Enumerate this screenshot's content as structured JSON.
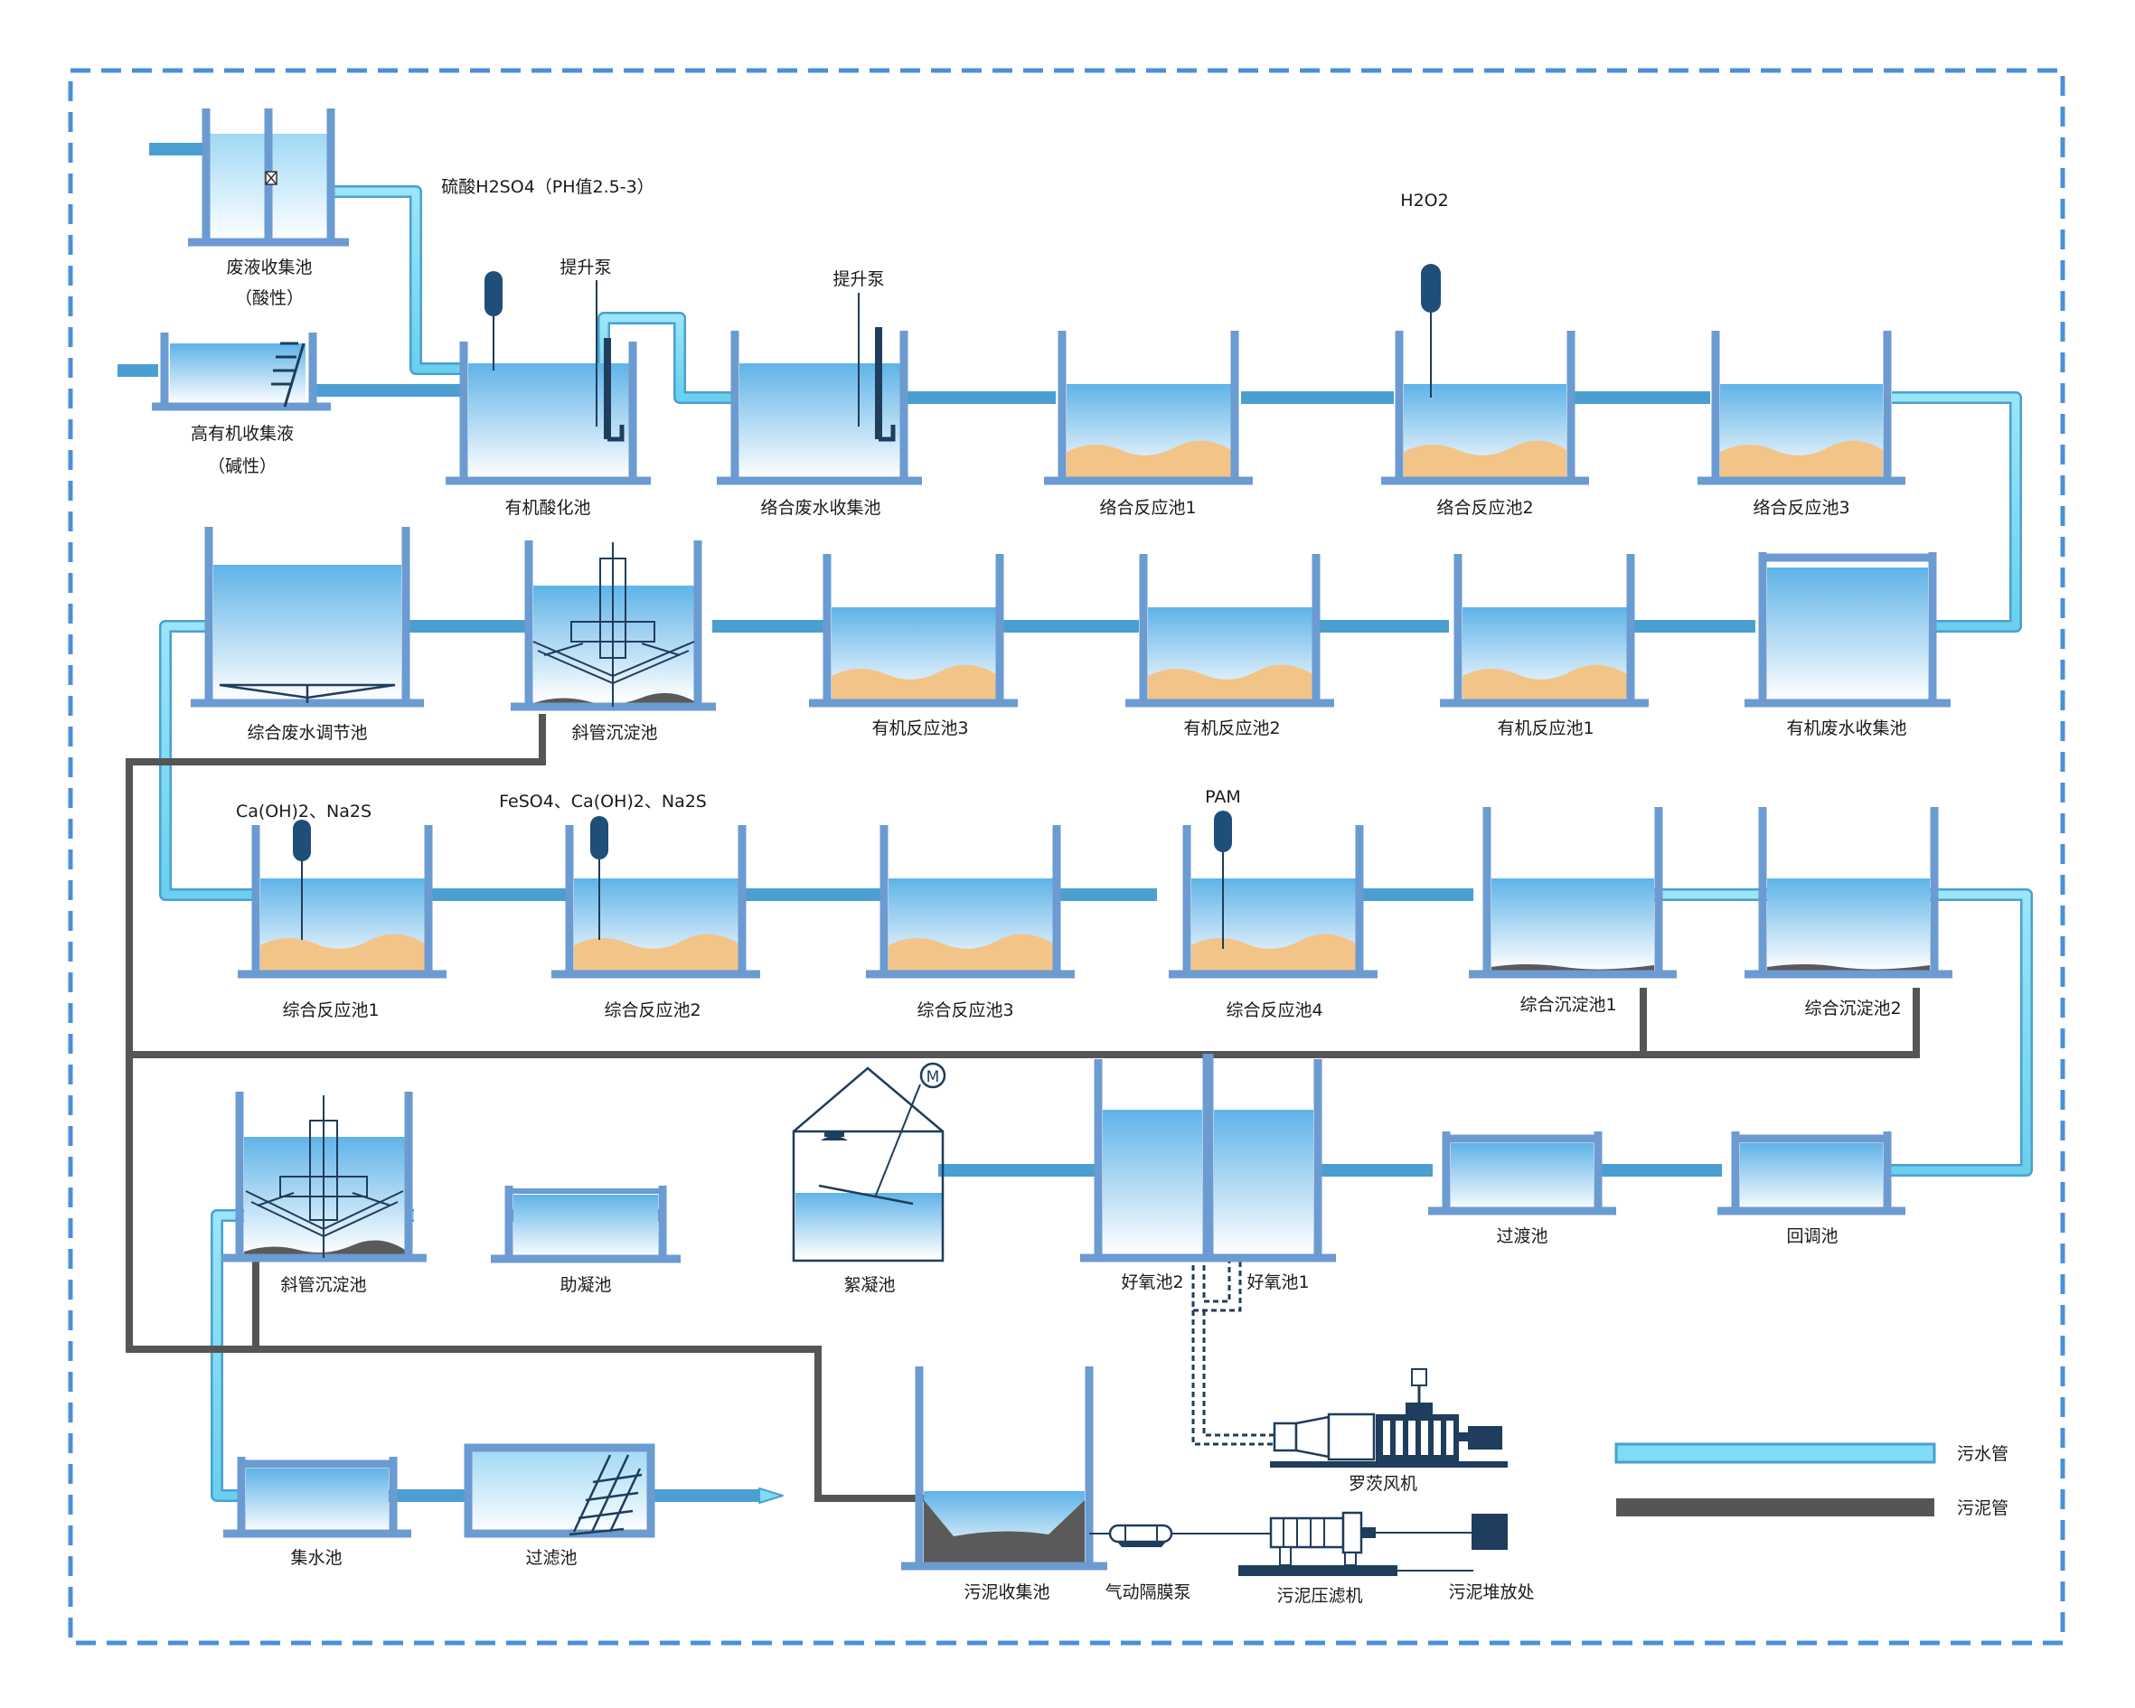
{
  "colors": {
    "border": "#4a90d9",
    "wall": "#6b9bd1",
    "pipe_water": "#7fdcf2",
    "pipe_water_stroke": "#4a9fd0",
    "pipe_sludge": "#555555",
    "sludge_fill": "#5a5a5a",
    "sand": "#f2c488",
    "water_top": "#5fb3e8",
    "water_bottom": "#ffffff",
    "chem": "#1f4e79",
    "machine": "#1f3d5c",
    "air_pipe": "#1f3d5c"
  },
  "icons": {
    "dosing": "dosing-tank-icon",
    "pump": "lift-pump-icon",
    "motor": "motor-icon",
    "blower": "roots-blower-icon",
    "filter_press": "filter-press-icon",
    "diaphragm_pump": "diaphragm-pump-icon",
    "sludge_bin": "sludge-bin-icon"
  },
  "labels": {
    "waste_acid_tank": "废液收集池",
    "waste_acid_note": "（酸性）",
    "high_organic_tank": "高有机收集液",
    "high_organic_note": "（碱性）",
    "acid_dosing": "硫酸H2SO4（PH值2.5-3）",
    "lift_pump_1": "提升泵",
    "lift_pump_2": "提升泵",
    "organic_acidification": "有机酸化池",
    "complex_collection": "络合废水收集池",
    "complex_reaction_1": "络合反应池1",
    "complex_reaction_2": "络合反应池2",
    "complex_reaction_3": "络合反应池3",
    "h2o2": "H2O2",
    "organic_collection": "有机废水收集池",
    "organic_reaction_1": "有机反应池1",
    "organic_reaction_2": "有机反应池2",
    "organic_reaction_3": "有机反应池3",
    "inclined_settler_1": "斜管沉淀池",
    "equalization": "综合废水调节池",
    "dosing_caoh_na2s": "Ca(OH)2、Na2S",
    "dosing_feso4": "FeSO4、Ca(OH)2、Na2S",
    "dosing_pam": "PAM",
    "combined_reaction_1": "综合反应池1",
    "combined_reaction_2": "综合反应池2",
    "combined_reaction_3": "综合反应池3",
    "combined_reaction_4": "综合反应池4",
    "combined_settling_1": "综合沉淀池1",
    "combined_settling_2": "综合沉淀池2",
    "inclined_settler_2": "斜管沉淀池",
    "coagulant_aid": "助凝池",
    "flocculation": "絮凝池",
    "motor_symbol": "M",
    "aerobic_2": "好氧池2",
    "aerobic_1": "好氧池1",
    "transition": "过渡池",
    "readjust": "回调池",
    "roots_blower": "罗茨风机",
    "collection_well": "集水池",
    "filter_tank": "过滤池",
    "sludge_collection": "污泥收集池",
    "diaphragm_pump": "气动隔膜泵",
    "filter_press": "污泥压滤机",
    "sludge_storage": "污泥堆放处",
    "legend_water": "污水管",
    "legend_sludge": "污泥管"
  }
}
